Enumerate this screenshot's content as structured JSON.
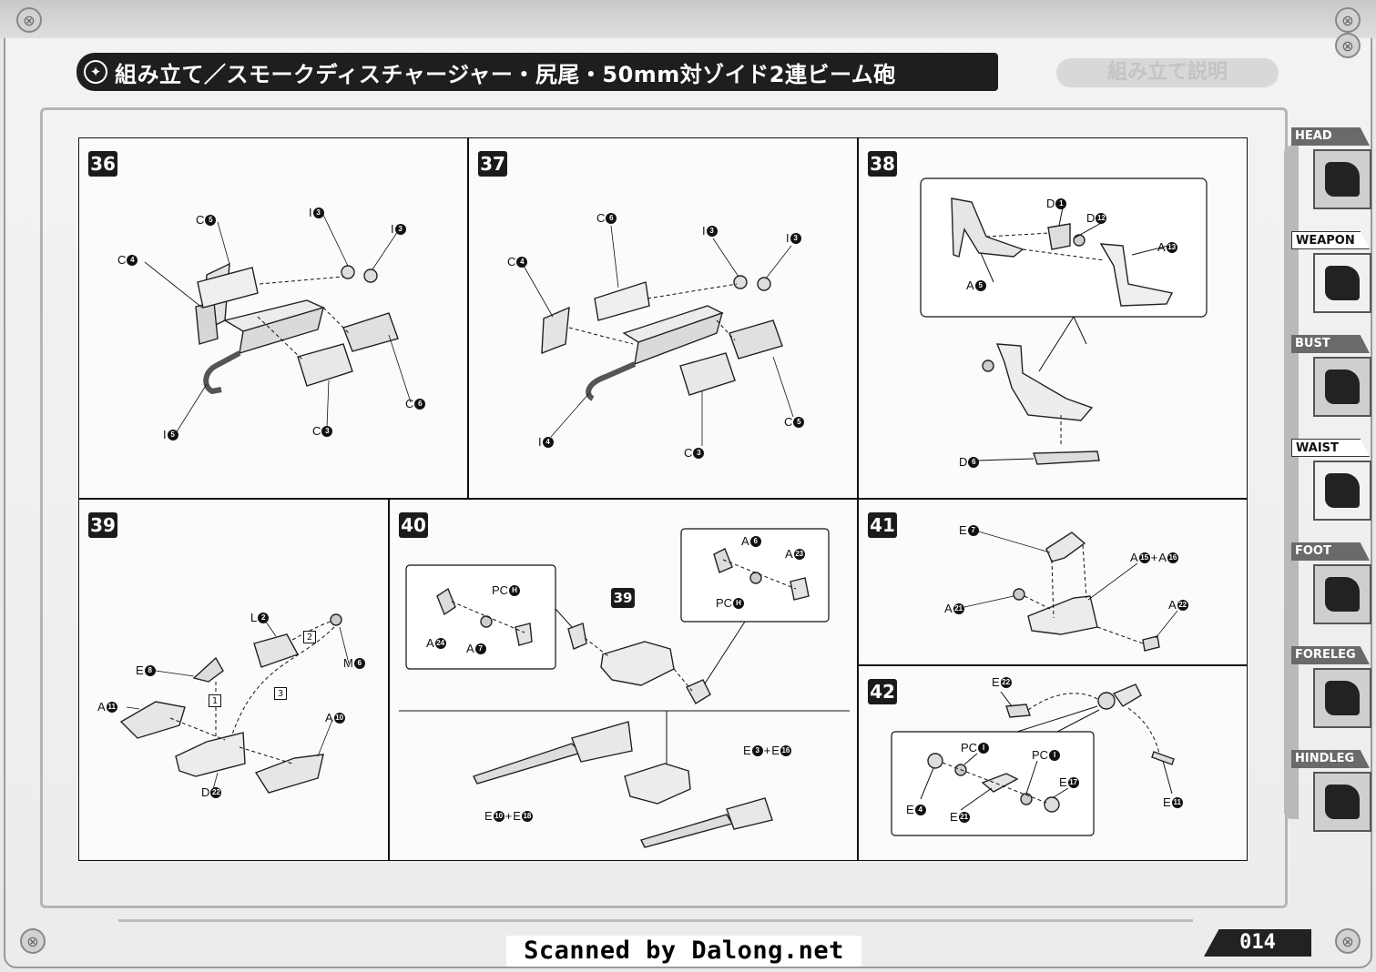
{
  "header": {
    "title": "組み立て／スモークディスチャージャー・尻尾・50mm対ゾイド2連ビーム砲",
    "ghost_label": "組み立て説明"
  },
  "side_tabs": [
    "HEAD",
    "WEAPON",
    "BUST",
    "WAIST",
    "FOOT",
    "FORELEG",
    "HINDLEG"
  ],
  "active_tab": "WEAPON",
  "steps": {
    "s36": {
      "num": "36",
      "labels": [
        {
          "t": "C",
          "n": "5"
        },
        {
          "t": "I",
          "n": "3"
        },
        {
          "t": "I",
          "n": "3"
        },
        {
          "t": "C",
          "n": "4"
        },
        {
          "t": "C",
          "n": "6"
        },
        {
          "t": "C",
          "n": "3"
        },
        {
          "t": "I",
          "n": "5"
        }
      ]
    },
    "s37": {
      "num": "37",
      "labels": [
        {
          "t": "C",
          "n": "6"
        },
        {
          "t": "I",
          "n": "3"
        },
        {
          "t": "I",
          "n": "3"
        },
        {
          "t": "C",
          "n": "4"
        },
        {
          "t": "C",
          "n": "5"
        },
        {
          "t": "C",
          "n": "3"
        },
        {
          "t": "I",
          "n": "4"
        }
      ]
    },
    "s38": {
      "num": "38",
      "labels": [
        {
          "t": "D",
          "n": "1"
        },
        {
          "t": "D",
          "n": "12"
        },
        {
          "t": "A",
          "n": "13"
        },
        {
          "t": "A",
          "n": "5"
        },
        {
          "t": "D",
          "n": "6"
        }
      ]
    },
    "s39": {
      "num": "39",
      "labels": [
        {
          "t": "L",
          "n": "2"
        },
        {
          "t": "M",
          "n": "6"
        },
        {
          "t": "E",
          "n": "8"
        },
        {
          "t": "A",
          "n": "11"
        },
        {
          "t": "A",
          "n": "10"
        },
        {
          "t": "D",
          "n": "22"
        }
      ],
      "sequence": [
        "1",
        "2",
        "3"
      ]
    },
    "s40": {
      "num": "40",
      "ref": "39",
      "labels": [
        {
          "t": "PC",
          "n": "H"
        },
        {
          "t": "A",
          "n": "24"
        },
        {
          "t": "A",
          "n": "7"
        },
        {
          "t": "A",
          "n": "6"
        },
        {
          "t": "A",
          "n": "23"
        },
        {
          "t": "PC",
          "n": "H"
        }
      ],
      "combo_labels": [
        {
          "a": "E",
          "an": "3",
          "b": "E",
          "bn": "16"
        },
        {
          "a": "E",
          "an": "10",
          "b": "E",
          "bn": "18"
        }
      ]
    },
    "s41": {
      "num": "41",
      "labels": [
        {
          "t": "E",
          "n": "7"
        },
        {
          "t": "A",
          "n": "21"
        },
        {
          "t": "A",
          "n": "22"
        }
      ],
      "combo_labels": [
        {
          "a": "A",
          "an": "15",
          "b": "A",
          "bn": "16"
        }
      ]
    },
    "s42": {
      "num": "42",
      "labels": [
        {
          "t": "E",
          "n": "22"
        },
        {
          "t": "PC",
          "n": "I"
        },
        {
          "t": "PC",
          "n": "I"
        },
        {
          "t": "E",
          "n": "17"
        },
        {
          "t": "E",
          "n": "4"
        },
        {
          "t": "E",
          "n": "21"
        },
        {
          "t": "E",
          "n": "11"
        }
      ]
    }
  },
  "page_number": "014",
  "scan_credit": "Scanned by Dalong.net"
}
